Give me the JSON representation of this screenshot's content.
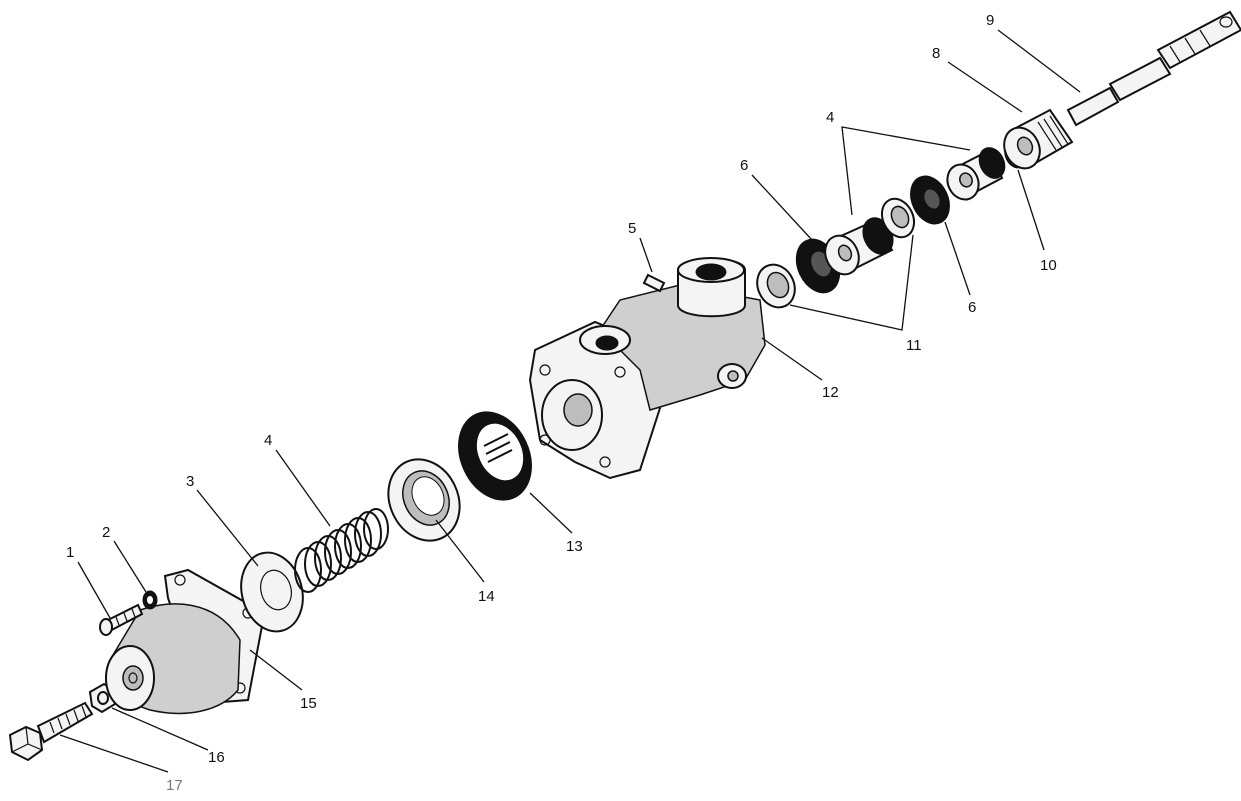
{
  "labels": {
    "l1": "1",
    "l2": "2",
    "l3": "3",
    "l4a": "4",
    "l4b": "4",
    "l5": "5",
    "l6a": "6",
    "l6b": "6",
    "l8": "8",
    "l9": "9",
    "l10": "10",
    "l11": "11",
    "l12": "12",
    "l13": "13",
    "l14": "14",
    "l15": "15",
    "l16": "16",
    "l17": "17"
  },
  "colors": {
    "ink": "#111111",
    "paper": "#ffffff",
    "label_17": "#7a7a7a"
  }
}
